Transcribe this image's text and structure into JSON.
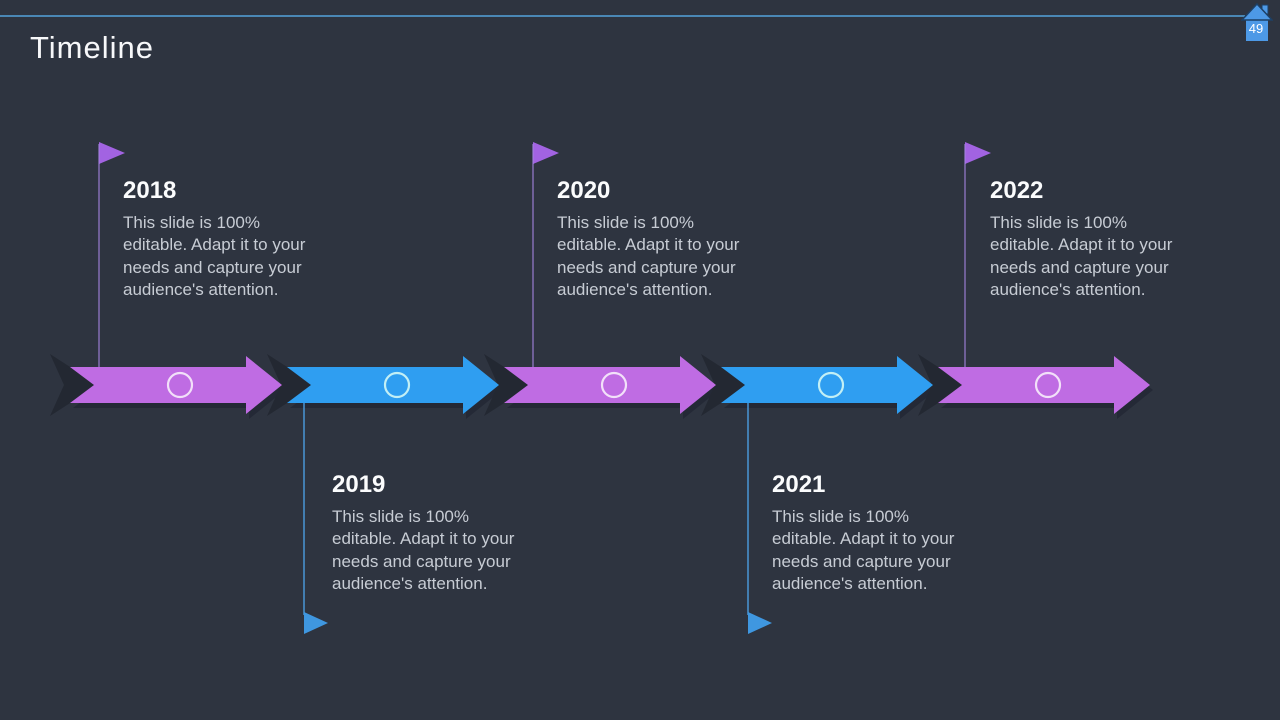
{
  "slide": {
    "title": "Timeline",
    "page_number": "49"
  },
  "timeline": {
    "events": [
      {
        "year": "2018",
        "description": "This slide is 100%\neditable. Adapt it to your\nneeds and capture your\naudience's attention.",
        "position": "top",
        "accent": "purple"
      },
      {
        "year": "2019",
        "description": "This slide is 100%\neditable. Adapt it to your\nneeds and capture your\naudience's attention.",
        "position": "bottom",
        "accent": "blue"
      },
      {
        "year": "2020",
        "description": "This slide is 100%\neditable. Adapt it to your\nneeds and capture your\naudience's attention.",
        "position": "top",
        "accent": "purple"
      },
      {
        "year": "2021",
        "description": "This slide is 100%\neditable. Adapt it to your\nneeds and capture your\naudience's attention.",
        "position": "bottom",
        "accent": "blue"
      },
      {
        "year": "2022",
        "description": "This slide is 100%\neditable. Adapt it to your\nneeds and capture your\naudience's attention.",
        "position": "top",
        "accent": "purple"
      }
    ]
  },
  "colors": {
    "background": "#2e3440",
    "arrow_purple": "#bf6ce3",
    "arrow_blue": "#2f9ef1",
    "flag_purple": "#a263e2",
    "flag_blue": "#3f97e0",
    "top_rule": "#4a87b5",
    "badge_blue": "#4d99e6",
    "year_text": "#fbfcfd",
    "body_text": "#c7ccd4"
  }
}
